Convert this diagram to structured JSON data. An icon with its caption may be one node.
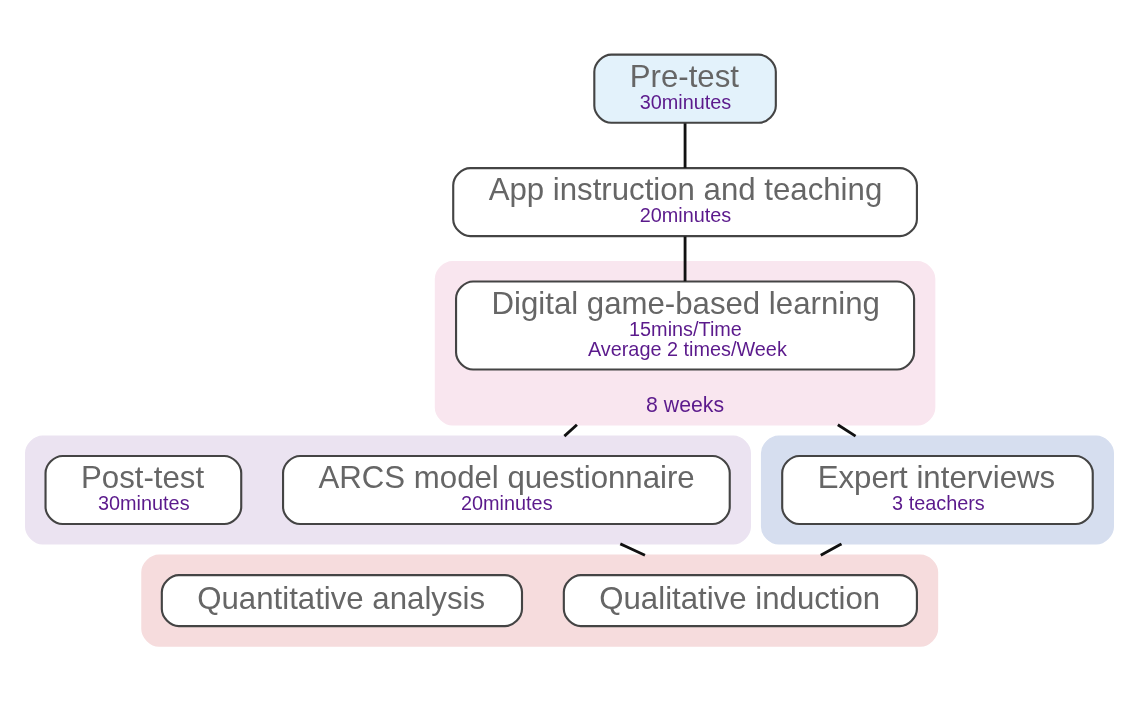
{
  "diagram": {
    "nodes": [
      {
        "text": [
          "Pre-test",
          "30minutes"
        ]
      },
      {
        "text": [
          "App instruction and teaching",
          "20minutes"
        ]
      },
      {
        "text": [
          "8 weeks"
        ]
      },
      {
        "text": [
          "Digital game-based learning",
          "15mins/Time",
          "Average 2 times/Week"
        ],
        "in": 2
      },
      {
        "text": [],
        "shape": "box"
      },
      {
        "text": [
          "Post-test",
          "30minutes"
        ],
        "in": 4
      },
      {
        "text": [
          "ARCS model questionnaire",
          "20minutes"
        ],
        "in": 4
      },
      {
        "text": [],
        "shape": "box"
      },
      {
        "text": [
          "Expert interviews",
          "3 teachers"
        ],
        "in": 7
      },
      {
        "text": [],
        "shape": "box"
      },
      {
        "text": [
          "Quantitative analysis"
        ],
        "in": 9
      },
      {
        "text": [
          "Qualitative induction"
        ],
        "in": 9
      }
    ],
    "edges": [
      {
        "from": 0,
        "to": 1,
        "arrow": "none"
      },
      {
        "from": 1,
        "to": 3,
        "arrow": "none"
      },
      {
        "from": 2,
        "to": 4,
        "arrow": "none"
      },
      {
        "from": 2,
        "to": 7,
        "arrow": "none"
      },
      {
        "from": 4,
        "to": 9,
        "arrow": "none"
      },
      {
        "from": 7,
        "to": 9,
        "arrow": "none"
      }
    ]
  }
}
